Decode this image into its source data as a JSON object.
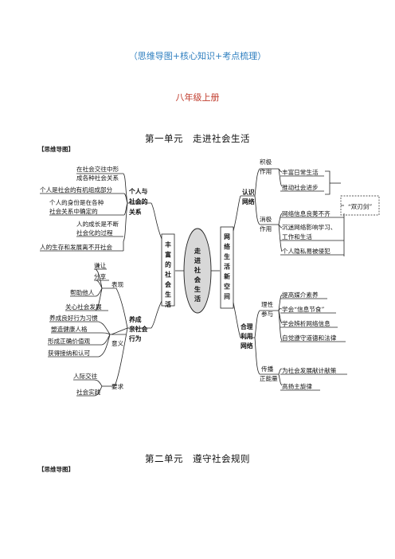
{
  "header": {
    "subtitle": "（思维导图+核心知识+考点梳理）",
    "grade": "八年级上册"
  },
  "unit1": {
    "title": "第一单元　走进社会生活",
    "map_tag": "【思维导图】",
    "center": "走进社会生活",
    "left_branch": {
      "title": "丰富的社会生活",
      "group1": {
        "title": "个人与社会的关系",
        "leaves": [
          "在社会交往中形",
          "成各种社会关系",
          "个人是社会的有机组成部分",
          "个人的身份是在各种",
          "社会关系中确定的",
          "人的成长是不断",
          "社会化的过程",
          "人的生存和发展离不开社会"
        ]
      },
      "group2": {
        "title": "养成亲社会行为",
        "biaoxian": {
          "label": "表现",
          "leaves": [
            "谦让",
            "分享",
            "帮助他人",
            "关心社会发展"
          ]
        },
        "yiyi": {
          "label": "意义",
          "leaves": [
            "养成良好行为习惯",
            "塑造健康人格",
            "形成正确价值观",
            "获得接纳和认可"
          ]
        },
        "yaoqiu": {
          "label": "要求",
          "leaves": [
            "人际交往",
            "社会实践"
          ]
        }
      }
    },
    "right_branch": {
      "title": "网络生活新空间",
      "renshi": {
        "title": "认识网络",
        "jiji": {
          "label": "积极作用",
          "leaves": [
            "丰富日常生活",
            "推动社会进步"
          ]
        },
        "xiaoji": {
          "label": "消极作用",
          "leaves": [
            "网络信息良莠不齐",
            "沉迷网络影响学习、",
            "工作和生活",
            "个人隐私易被侵犯"
          ]
        },
        "sword": "“双刃剑”"
      },
      "heli": {
        "title": "合理利用网络",
        "lixing": {
          "label": "理性参与",
          "leaves": [
            "提高媒介素养",
            "学会“信息节食”",
            "学会辨析网络信息",
            "自觉遵守道德和法律"
          ]
        },
        "chuanbo": {
          "label": "传播正能量",
          "leaves": [
            "为社会发展献计献策",
            "高扬主旋律"
          ]
        }
      }
    }
  },
  "unit2": {
    "title": "第二单元　遵守社会规则",
    "map_tag": "【思维导图】"
  }
}
